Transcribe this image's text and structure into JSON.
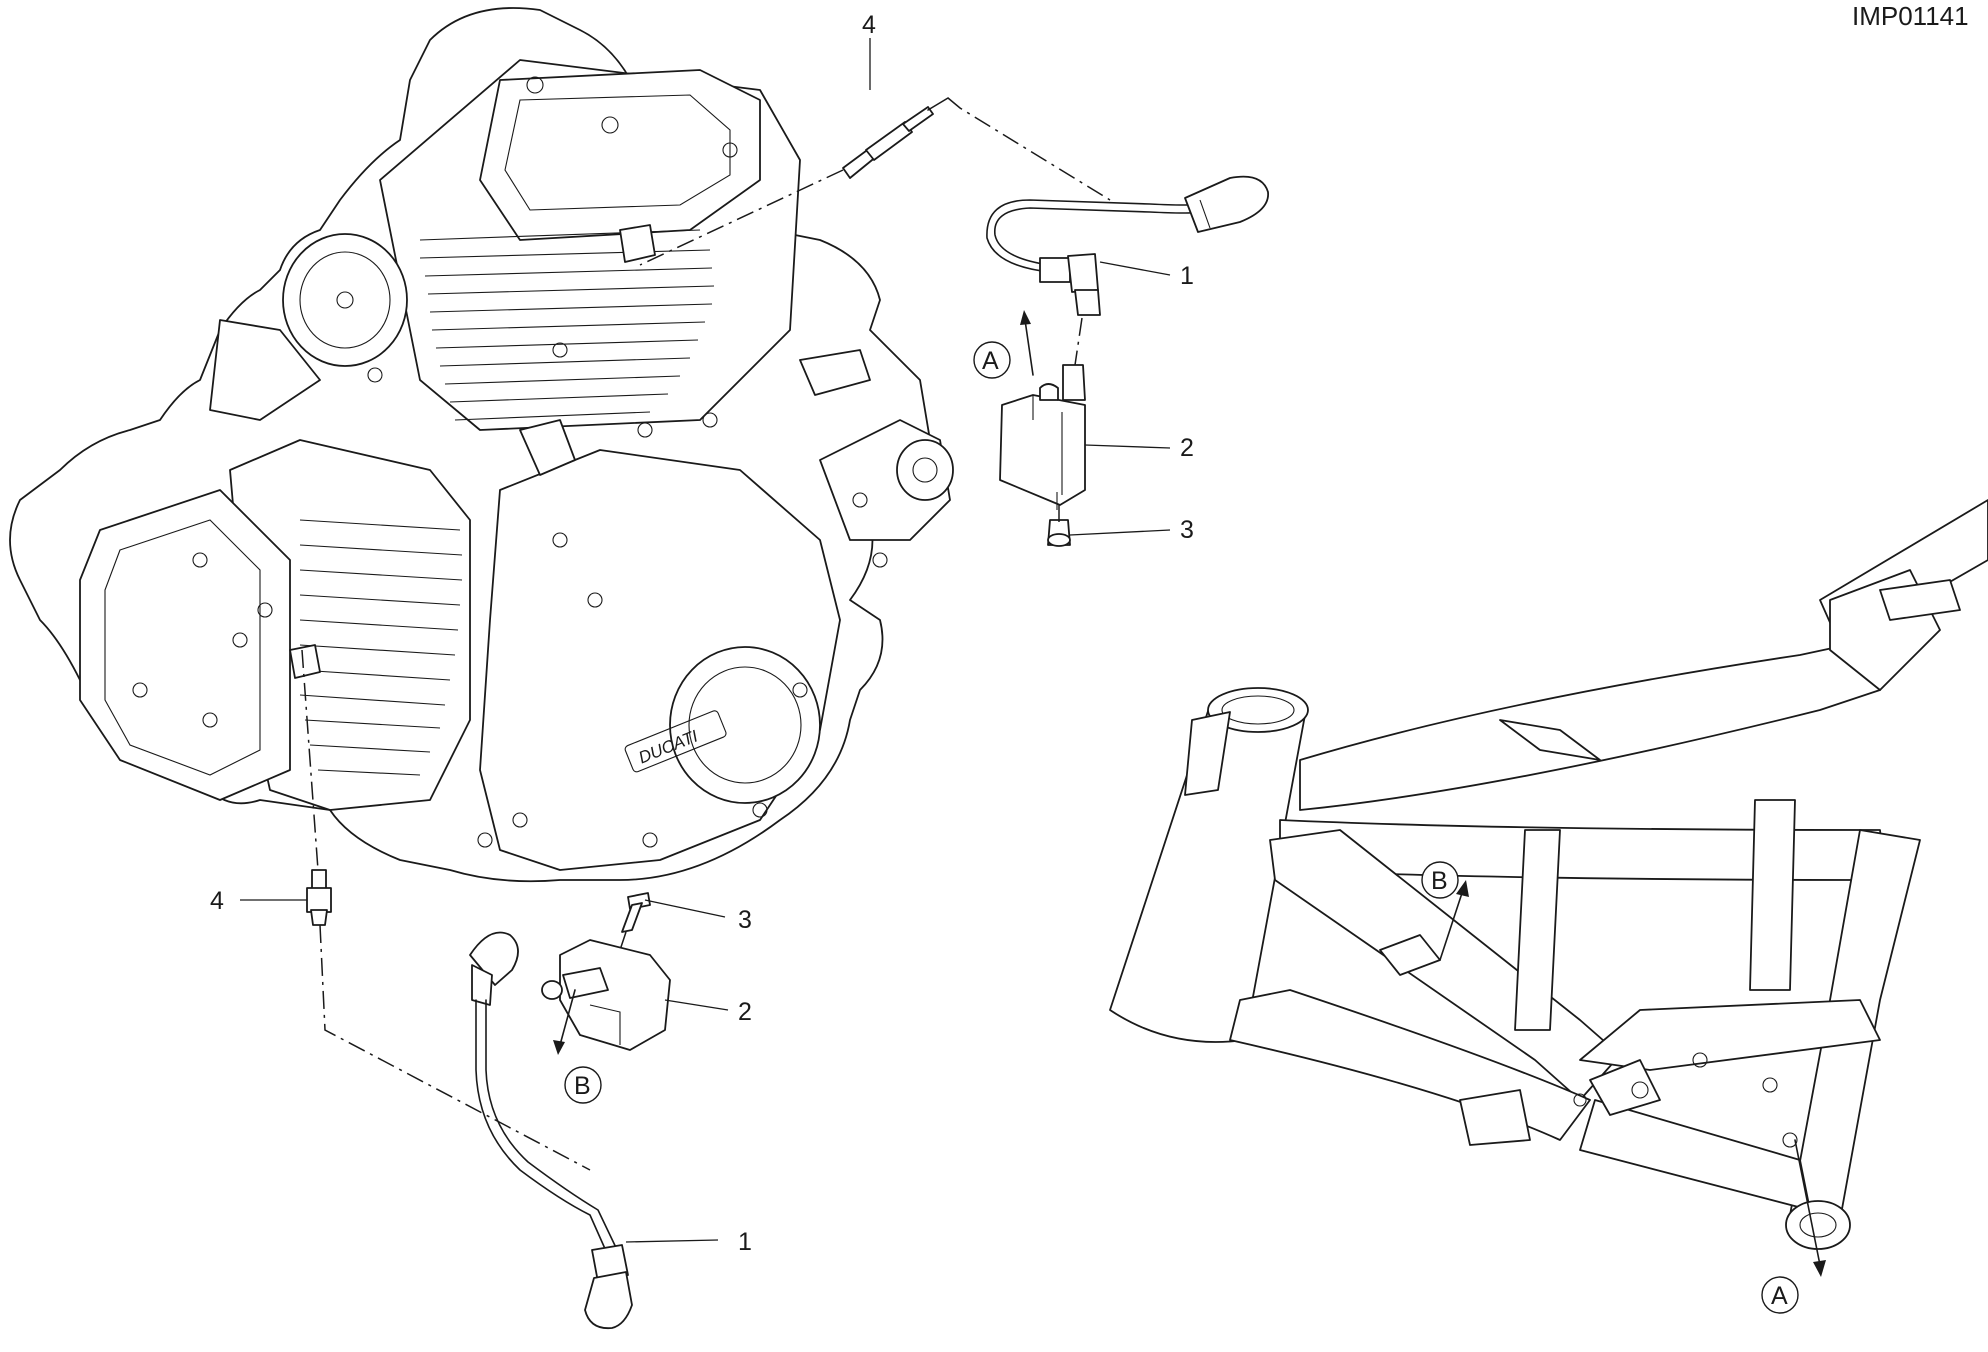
{
  "drawing_code": "IMP01141",
  "callouts": {
    "top": {
      "c1": "1",
      "c2": "2",
      "c3": "3",
      "c4": "4",
      "ref": "A"
    },
    "bottom": {
      "c1": "1",
      "c2": "2",
      "c3": "3",
      "c4": "4",
      "ref": "B"
    },
    "frame": {
      "ref_a": "A",
      "ref_b": "B"
    }
  },
  "engine_logo_text": "DUCATI"
}
